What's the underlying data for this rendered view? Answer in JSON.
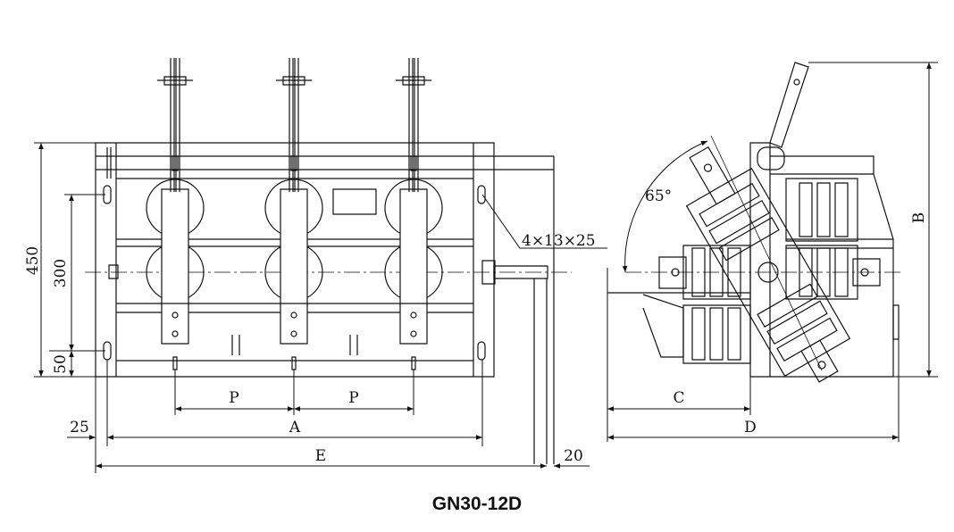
{
  "caption": "GN30-12D",
  "front_view": {
    "dim_height_overall": "450",
    "dim_height_holes": "300",
    "dim_bottom_offset": "50",
    "dim_left_offset": "25",
    "dim_right_offset": "20",
    "dim_pitch_1": "P",
    "dim_pitch_2": "P",
    "dim_hole_span": "A",
    "dim_total_width": "E",
    "hole_note": "4×13×25"
  },
  "side_view": {
    "angle": "65°",
    "dim_c": "C",
    "dim_d": "D",
    "dim_b": "B"
  }
}
